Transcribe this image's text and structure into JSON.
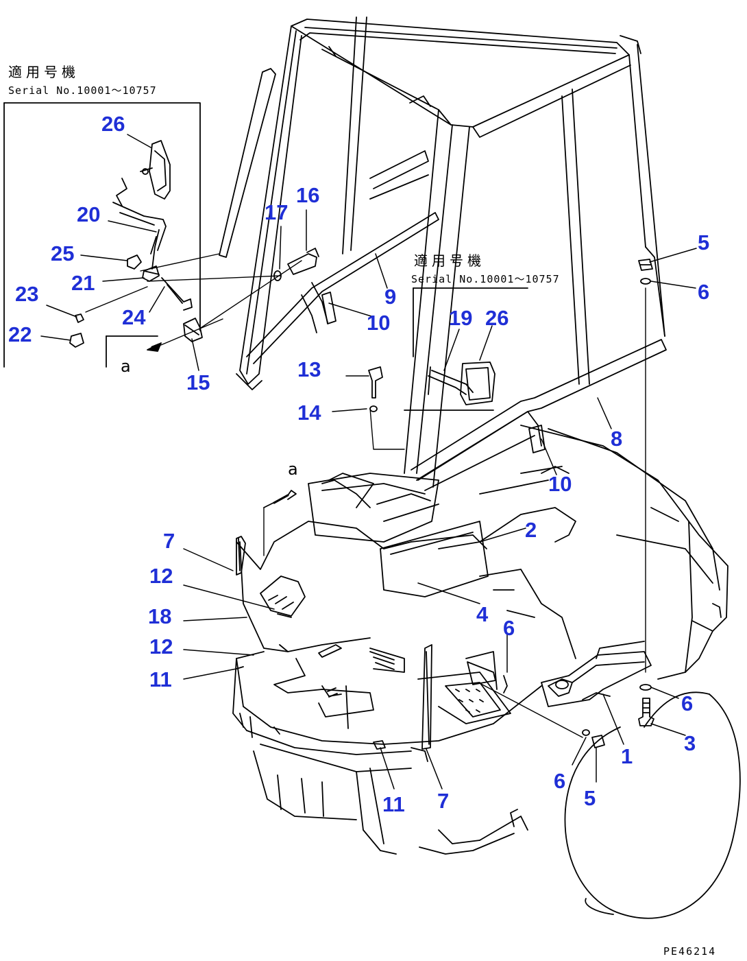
{
  "notes": {
    "left": {
      "title": "適用号機",
      "serial": "Serial No.10001～10757"
    },
    "right": {
      "title": "適用号機",
      "serial": "Serial No.10001～10757"
    }
  },
  "view_marker": "a",
  "drawing_code": "PE46214",
  "callouts": {
    "n26a": "26",
    "n20": "20",
    "n25": "25",
    "n21": "21",
    "n23": "23",
    "n24": "24",
    "n22": "22",
    "n15": "15",
    "n17": "17",
    "n16": "16",
    "n9": "9",
    "n10a": "10",
    "n13": "13",
    "n14": "14",
    "n19": "19",
    "n26b": "26",
    "n5a": "5",
    "n6a": "6",
    "n8": "8",
    "n10b": "10",
    "n2": "2",
    "n7a": "7",
    "n12a": "12",
    "n18": "18",
    "n12b": "12",
    "n11a": "11",
    "n4": "4",
    "n6b": "6",
    "n6c": "6",
    "n3": "3",
    "n1": "1",
    "n6d": "6",
    "n5b": "5",
    "n11b": "11",
    "n7b": "7"
  },
  "colors": {
    "callout": "#1f2fd6",
    "line": "#000000",
    "background": "#ffffff"
  }
}
